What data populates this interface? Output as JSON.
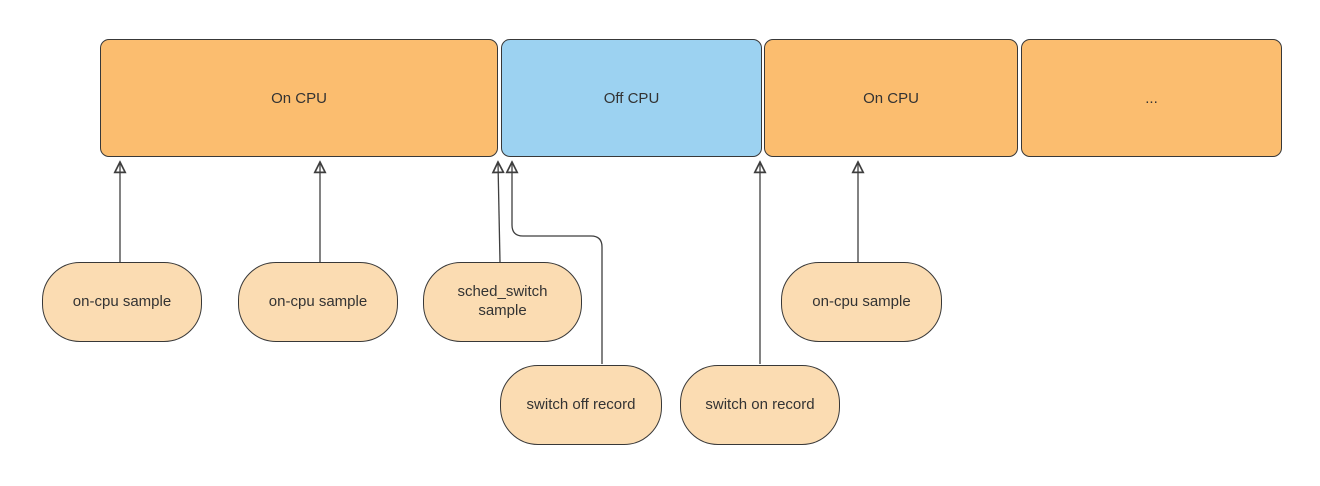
{
  "diagram_description": "CPU on/off timeline with profiling sample and sched_switch record events",
  "timeline": {
    "segments": [
      {
        "label": "On CPU",
        "state": "on-cpu",
        "fill": "#FBBD6F"
      },
      {
        "label": "Off CPU",
        "state": "off-cpu",
        "fill": "#9CD2F1"
      },
      {
        "label": "On CPU",
        "state": "on-cpu",
        "fill": "#FBBD6F"
      },
      {
        "label": "...",
        "state": "ellipsis-continuation",
        "fill": "#FBBD6F"
      }
    ]
  },
  "events": [
    {
      "label": "on-cpu sample",
      "points_to": "first On CPU segment"
    },
    {
      "label": "on-cpu sample",
      "points_to": "first On CPU segment"
    },
    {
      "label": "sched_switch sample",
      "points_to": "end of first On CPU segment"
    },
    {
      "label": "switch off record",
      "points_to": "start of Off CPU segment"
    },
    {
      "label": "switch on record",
      "points_to": "start of second On CPU segment"
    },
    {
      "label": "on-cpu sample",
      "points_to": "second On CPU segment"
    }
  ],
  "colors": {
    "on_cpu_fill": "#FBBD6F",
    "off_cpu_fill": "#9CD2F1",
    "event_fill": "#FBDCB2",
    "shape_stroke": "#383838",
    "arrow_stroke": "#3F3F3F",
    "text": "#333333",
    "background": "#FFFFFF"
  }
}
